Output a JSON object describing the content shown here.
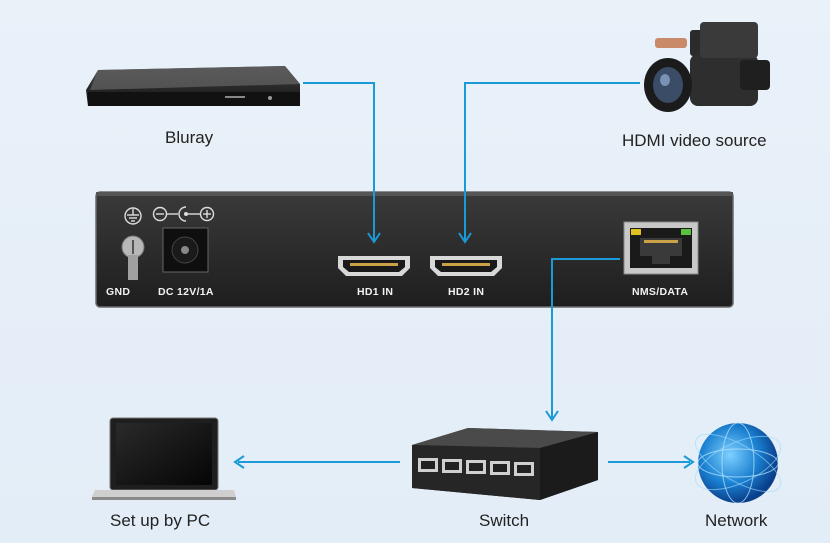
{
  "devices": {
    "bluray": {
      "label": "Bluray",
      "icon": "bluray-player-icon"
    },
    "camera": {
      "label": "HDMI video source",
      "icon": "video-camera-icon"
    },
    "pc": {
      "label": "Set up by PC",
      "icon": "laptop-icon"
    },
    "switch": {
      "label": "Switch",
      "icon": "network-switch-icon"
    },
    "network": {
      "label": "Network",
      "icon": "globe-icon"
    }
  },
  "panel": {
    "ports": {
      "gnd": "GND",
      "dc": "DC 12V/1A",
      "hd1": "HD1 IN",
      "hd2": "HD2 IN",
      "nms": "NMS/DATA"
    }
  },
  "colors": {
    "connector": "#1a9ad6",
    "panel": "#2b2b2b",
    "background": "#e6eff8"
  }
}
